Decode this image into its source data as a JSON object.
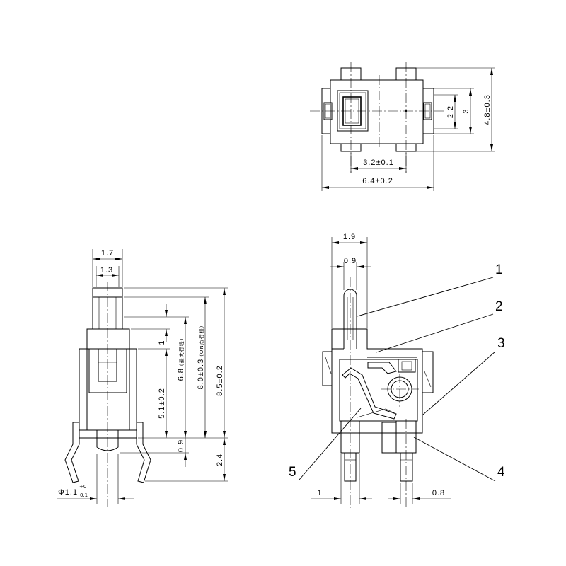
{
  "colors": {
    "line": "#000000",
    "background": "#ffffff"
  },
  "top_view": {
    "dim_2_2": "2.2",
    "dim_3": "3",
    "dim_4_8": "4.8±0.3",
    "dim_3_2": "3.2±0.1",
    "dim_6_4": "6.4±0.2"
  },
  "side_view": {
    "dim_1_7": "1.7",
    "dim_1_3": "1.3",
    "dim_1": "1",
    "dim_6_8": "6.8",
    "note_6_8": "(最大行程)",
    "dim_8_0": "8.0±0.3",
    "note_8_0": "(ON点行程)",
    "dim_8_5": "8.5±0.2",
    "dim_5_1": "5.1±0.2",
    "dim_0_9": "0.9",
    "dim_2_4": "2.4",
    "pin_dia": "Φ1.1",
    "pin_tol_upper": "+0",
    "pin_tol_lower": "0.1"
  },
  "front_view": {
    "dim_1_9": "1.9",
    "dim_0_9": "0.9",
    "dim_1": "1",
    "dim_0_8": "0.8",
    "callouts": [
      "1",
      "2",
      "3",
      "4",
      "5"
    ]
  }
}
